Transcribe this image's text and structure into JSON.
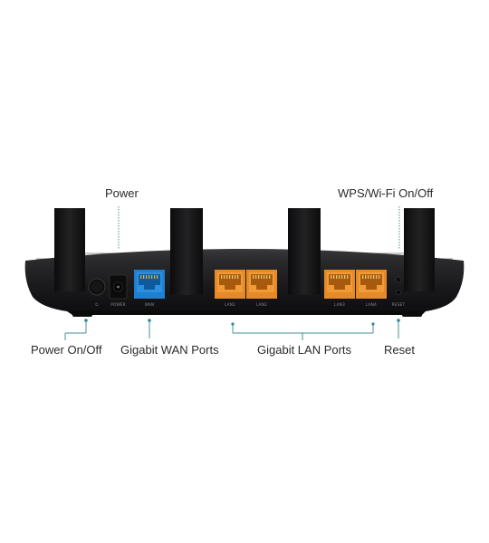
{
  "callouts": {
    "power": "Power",
    "wps_wifi": "WPS/Wi-Fi On/Off",
    "power_onoff": "Power On/Off",
    "wan": "Gigabit WAN Ports",
    "lan": "Gigabit LAN Ports",
    "reset": "Reset"
  },
  "port_labels": {
    "power_button": "⏻",
    "power_jack": "POWER",
    "wan": "WAN",
    "lan1": "LAN1",
    "lan2": "LAN2",
    "lan3": "LAN3",
    "lan4": "LAN4",
    "reset": "RESET"
  },
  "colors": {
    "chassis": "#1b1b1d",
    "wan_port": "#1f7fd0",
    "lan_port": "#e58a26",
    "leader": "#4a8f94",
    "text": "#2a2a2a"
  }
}
